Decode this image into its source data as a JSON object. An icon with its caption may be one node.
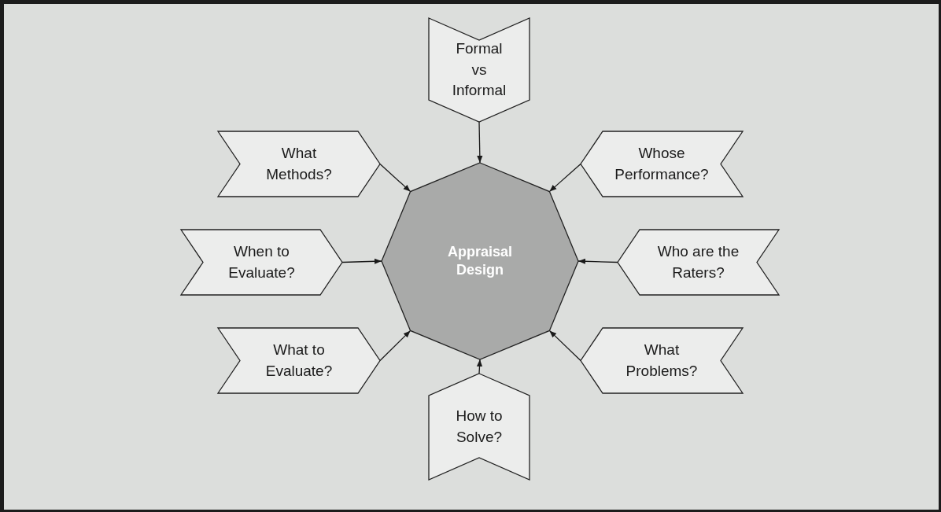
{
  "diagram": {
    "nodes": [
      {
        "text": [
          "Formal vs Informal"
        ]
      },
      {
        "text": [
          "What Methods?"
        ]
      },
      {
        "text": [
          "Whose Performance?"
        ]
      },
      {
        "text": [
          "When to Evaluate?"
        ]
      },
      {
        "text": [
          "Appraisal Design"
        ]
      },
      {
        "text": [
          "Who are the Raters?"
        ]
      },
      {
        "text": [
          "What to Evaluate?"
        ]
      },
      {
        "text": [
          "What Problems?"
        ]
      },
      {
        "text": [
          "How to Solve?"
        ]
      }
    ],
    "edges": [
      {
        "from": 0,
        "to": 4,
        "arrow": "to"
      },
      {
        "from": 1,
        "to": 4,
        "arrow": "to"
      },
      {
        "from": 2,
        "to": 4,
        "arrow": "to"
      },
      {
        "from": 3,
        "to": 4,
        "arrow": "to"
      },
      {
        "from": 5,
        "to": 4,
        "arrow": "to"
      },
      {
        "from": 6,
        "to": 4,
        "arrow": "to"
      },
      {
        "from": 7,
        "to": 4,
        "arrow": "to"
      },
      {
        "from": 8,
        "to": 4,
        "arrow": "to"
      }
    ]
  }
}
